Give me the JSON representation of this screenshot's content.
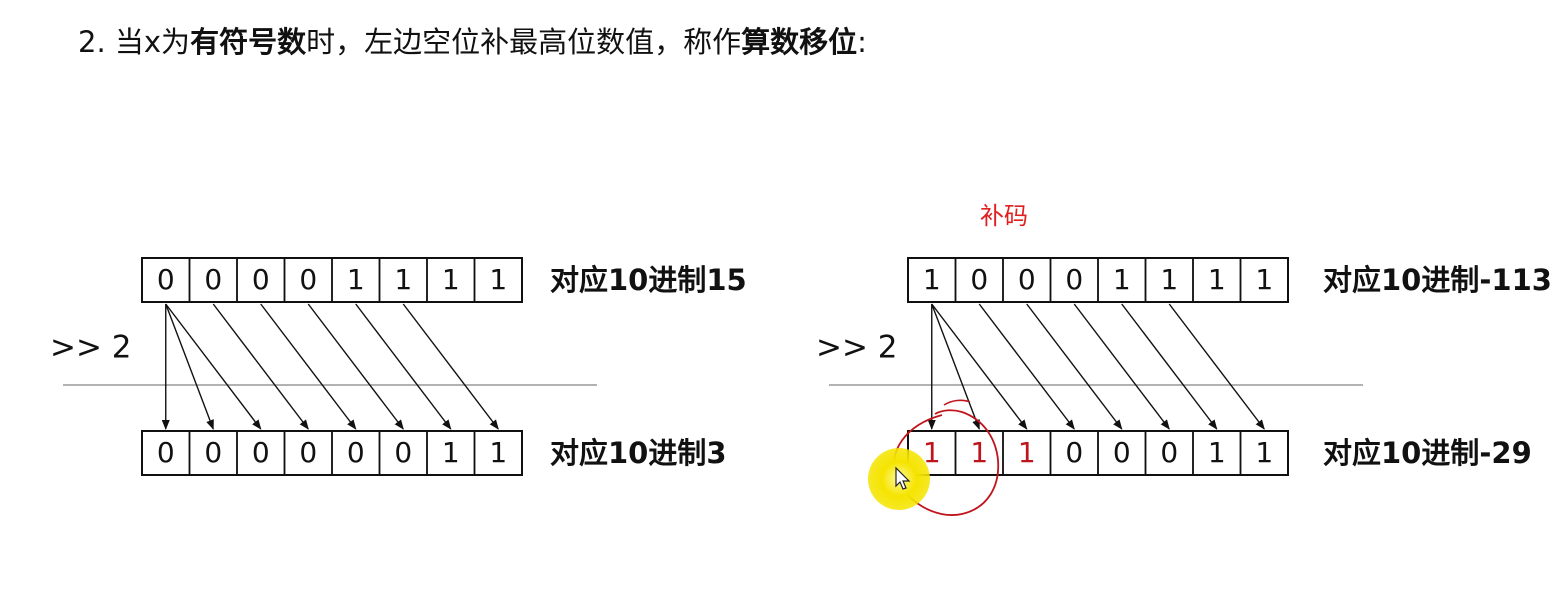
{
  "heading": {
    "number": "2.",
    "part1": "当x为",
    "bold1": "有符号数",
    "part2": "时，左边空位补最高位数值，称作",
    "bold2": "算数移位",
    "part3": ":"
  },
  "annotation": "补码",
  "shift_label": ">> 2",
  "left": {
    "top_bits": [
      "0",
      "0",
      "0",
      "0",
      "1",
      "1",
      "1",
      "1"
    ],
    "top_value": "对应10进制15",
    "bottom_bits": [
      "0",
      "0",
      "0",
      "0",
      "0",
      "0",
      "1",
      "1"
    ],
    "bottom_value": "对应10进制3"
  },
  "right": {
    "top_bits": [
      "1",
      "0",
      "0",
      "0",
      "1",
      "1",
      "1",
      "1"
    ],
    "top_value": "对应10进制-113",
    "bottom_bits": [
      "1",
      "1",
      "1",
      "0",
      "0",
      "0",
      "1",
      "1"
    ],
    "bottom_value": "对应10进制-29"
  },
  "colors": {
    "text": "#111111",
    "highlight_red": "#c0141c",
    "annotation_red": "#e02020",
    "separator": "#999999",
    "cursor": "#f5e400"
  }
}
